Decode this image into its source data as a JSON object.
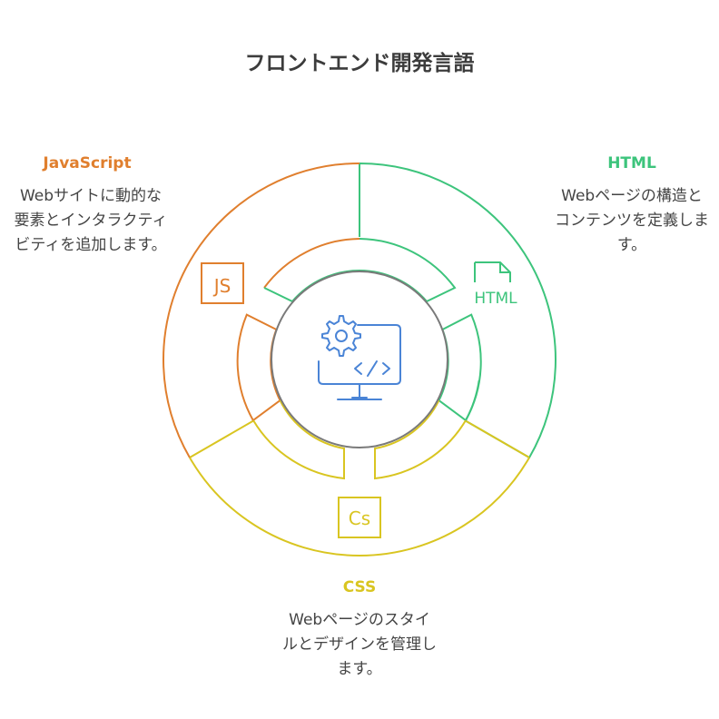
{
  "title": "フロントエンド開発言語",
  "colors": {
    "javascript": "#e07f2e",
    "html": "#3dc47c",
    "css": "#d9c521",
    "center_ring": "#7a7a7a",
    "center_icon": "#4a84d6",
    "text": "#444444"
  },
  "sections": {
    "javascript": {
      "label": "JavaScript",
      "description": "Webサイトに動的な要素とインタラクティビティを追加します。",
      "icon": "js-file-icon",
      "icon_text": "JS"
    },
    "html": {
      "label": "HTML",
      "description": "Webページの構造とコンテンツを定義します。",
      "icon": "html-file-icon",
      "icon_text": "HTML"
    },
    "css": {
      "label": "CSS",
      "description": "Webページのスタイルとデザインを管理します。",
      "icon": "css-file-icon",
      "icon_text": "Cs"
    }
  },
  "center": {
    "icon": "gear-code-monitor-icon"
  }
}
